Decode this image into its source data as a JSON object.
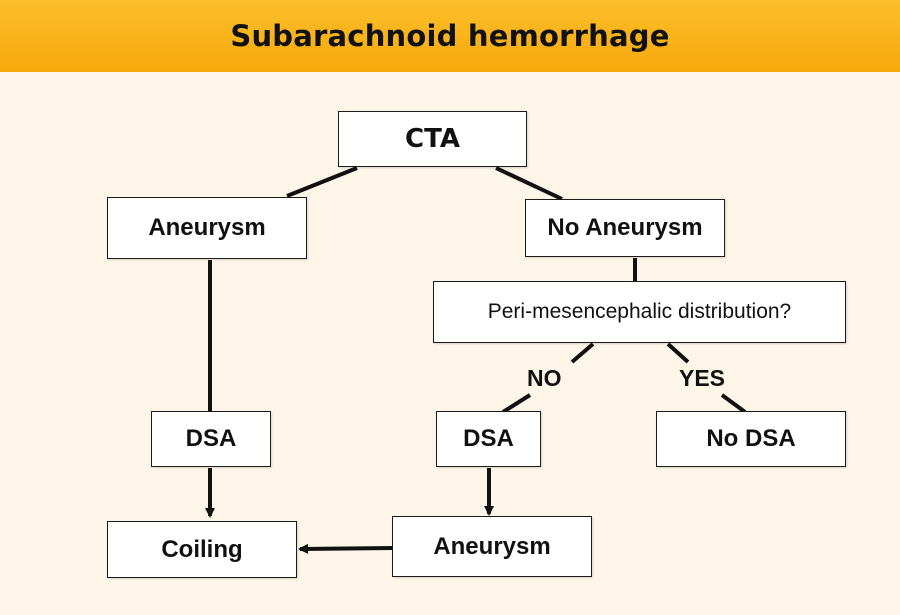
{
  "header": {
    "title": "Subarachnoid hemorrhage"
  },
  "nodes": {
    "cta": "CTA",
    "aneurysm_top": "Aneurysm",
    "no_aneurysm": "No Aneurysm",
    "peri_question": "Peri-mesencephalic distribution?",
    "dsa_left": "DSA",
    "dsa_mid": "DSA",
    "no_dsa": "No DSA",
    "coiling": "Coiling",
    "aneurysm_bottom": "Aneurysm"
  },
  "edge_labels": {
    "no": "NO",
    "yes": "YES"
  },
  "colors": {
    "header": "#f6a90c",
    "background": "#fdf6e8",
    "box": "#ffffff",
    "line": "#111111"
  }
}
